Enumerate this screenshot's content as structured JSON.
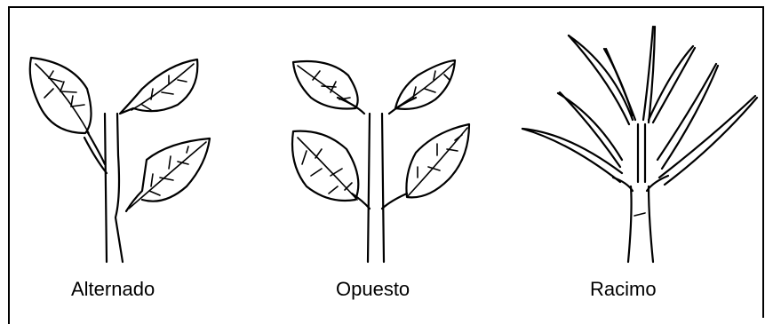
{
  "figure": {
    "panels": [
      {
        "caption": "Alternado",
        "icon": "alternate-leaf-arrangement"
      },
      {
        "caption": "Opuesto",
        "icon": "opposite-leaf-arrangement"
      },
      {
        "caption": "Racimo",
        "icon": "whorled-cluster-arrangement"
      }
    ]
  }
}
